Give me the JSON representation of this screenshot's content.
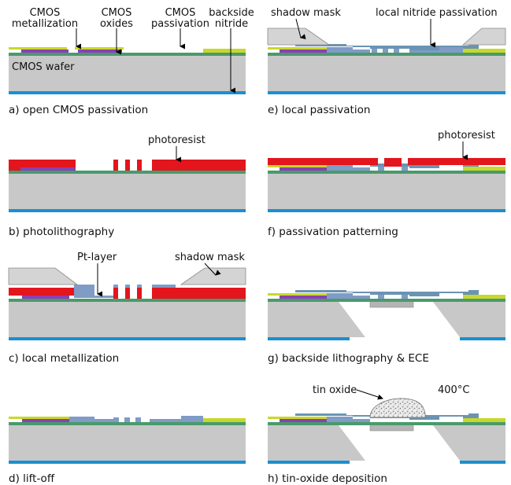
{
  "colors": {
    "wafer": "#c8c8c8",
    "nitride": "#1b8fd1",
    "oxide": "#4a9a6c",
    "metal": "#8c3fb5",
    "passivation": "#c8d82a",
    "photoresist": "#e3151d",
    "platinum": "#7f9bc6",
    "mask": "#d4d4d4",
    "tin_oxide": "#e4e4e4"
  },
  "panel_a": {
    "caption": "a) open CMOS passivation",
    "label_metal": [
      "CMOS",
      "metallization"
    ],
    "label_oxides": [
      "CMOS",
      "oxides"
    ],
    "label_passivation": [
      "CMOS",
      "passivation"
    ],
    "label_nitride": [
      "backside",
      "nitride"
    ],
    "label_wafer": "CMOS wafer"
  },
  "panel_b": {
    "caption": "b) photolithography",
    "label": "photoresist"
  },
  "panel_c": {
    "caption": "c) local metallization",
    "label_pt": "Pt-layer",
    "label_mask": "shadow mask"
  },
  "panel_d": {
    "caption": "d) lift-off"
  },
  "panel_e": {
    "caption": "e) local passivation",
    "label_mask": "shadow mask",
    "label_passivation": "local nitride passivation"
  },
  "panel_f": {
    "caption": "f) passivation patterning",
    "label": "photoresist"
  },
  "panel_g": {
    "caption": "g) backside lithography & ECE"
  },
  "panel_h": {
    "caption": "h) tin-oxide deposition",
    "label_tin": "tin oxide",
    "label_temp": "400°C"
  }
}
